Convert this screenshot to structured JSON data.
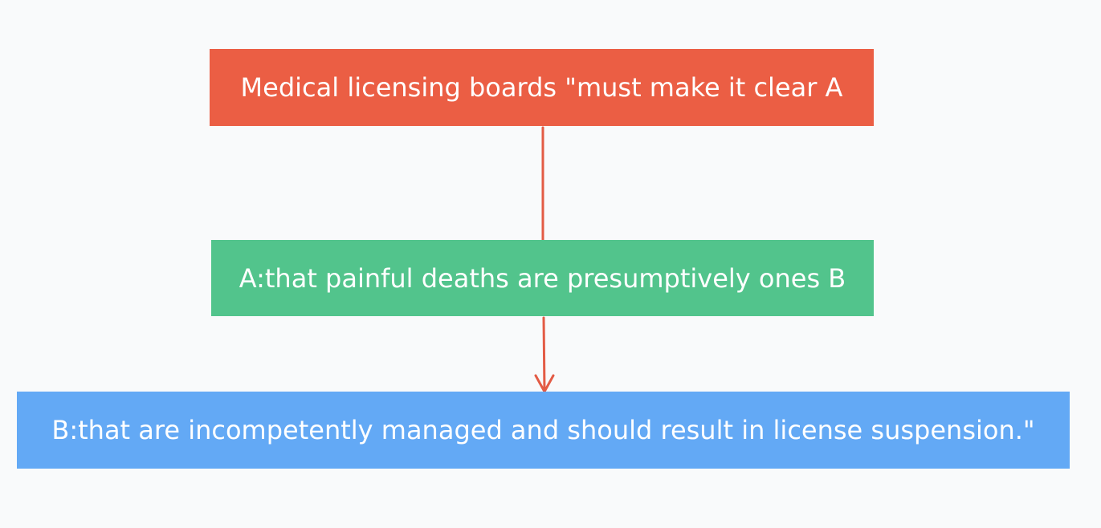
{
  "diagram": {
    "nodes": [
      {
        "id": "top",
        "text": "Medical licensing boards \"must make it clear A",
        "color": "#eb5e44"
      },
      {
        "id": "middle",
        "text": "A:that painful deaths are presumptively ones B",
        "color": "#52c48c"
      },
      {
        "id": "bottom",
        "text": "B:that are incompetently managed and should result in license suspension.\"",
        "color": "#63a9f5"
      }
    ],
    "edges": [
      {
        "from": "top",
        "to": "middle",
        "arrow": false
      },
      {
        "from": "middle",
        "to": "bottom",
        "arrow": true
      }
    ],
    "connector_color": "#e35b45"
  }
}
